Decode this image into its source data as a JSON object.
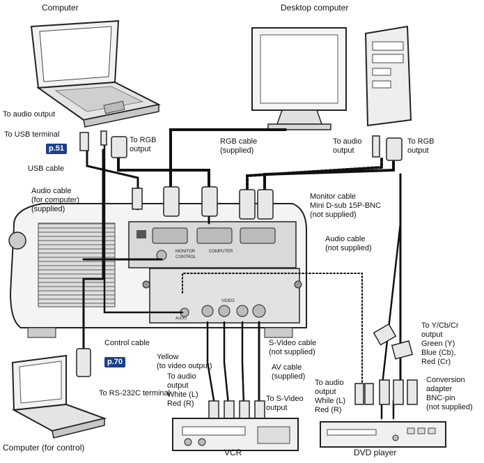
{
  "labels": {
    "computer": "Computer",
    "desktop_computer": "Desktop computer",
    "to_audio_output_left": "To audio output",
    "to_usb_terminal": "To USB terminal",
    "page_ref_usb": "p.51",
    "to_rgb_output_left": "To RGB\noutput",
    "usb_cable": "USB cable",
    "audio_cable_computer": "Audio cable\n(for computer)\n(supplied)",
    "rgb_cable": "RGB cable\n(supplied)",
    "to_audio_output_right": "To audio\noutput",
    "to_rgb_output_right": "To RGB\noutput",
    "monitor_cable": "Monitor cable\nMini D-sub 15P-BNC\n(not supplied)",
    "audio_cable_not_supplied": "Audio cable\n(not supplied)",
    "control_cable": "Control cable",
    "page_ref_control": "p.70",
    "to_rs232c": "To RS-232C terminal",
    "computer_for_control": "Computer (for control)",
    "yellow_video": "Yellow\n(to video output)",
    "to_audio_output_vcr": "To audio\noutput\nWhite (L)\nRed (R)",
    "s_video_cable": "S-Video cable\n(not supplied)",
    "av_cable": "AV cable\n(supplied)",
    "to_s_video_output": "To S-Video\noutput",
    "to_audio_output_dvd": "To audio\noutput\nWhile (L)\nRed (R)",
    "to_ycbcr_output": "To Y/Cb/Cr\noutput\nGreen (Y)\nBlue (Cb),\nRed (Cr)",
    "conversion_adapter": "Conversion\nadapter\nBNC-pin\n(not supplied)",
    "vcr": "VCR",
    "dvd_player": "DVD player"
  },
  "panel": {
    "monitor_out": "MONITOR",
    "computer_in": "COMPUTER",
    "video": "VIDEO",
    "audio": "AUDIO",
    "control": "CONTROL"
  }
}
